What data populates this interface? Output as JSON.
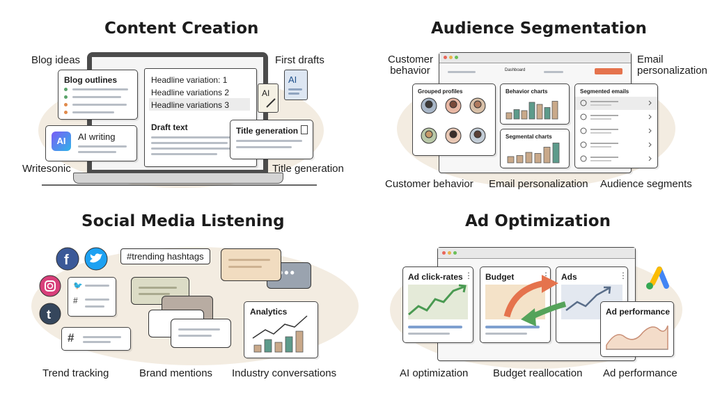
{
  "quadrants": {
    "content_creation": {
      "title": "Content Creation",
      "labels": {
        "blog_ideas": "Blog ideas",
        "first_drafts": "First drafts",
        "writesonic": "Writesonic",
        "title_generation": "Title generation"
      },
      "blog_outlines_title": "Blog outlines",
      "ai_writing_title": "AI writing",
      "ai_badge": "AI",
      "headlines": [
        "Headline variation: 1",
        "Headline variations 2",
        "Headline variations 3"
      ],
      "draft_text_title": "Draft text",
      "title_generation_card": "Title generation"
    },
    "audience_segmentation": {
      "title": "Audience Segmentation",
      "labels": {
        "customer_behavior_top": "Customer behavior",
        "email_personalization_top": "Email personalization",
        "customer_behavior_bottom": "Customer behavior",
        "email_personalization_bottom": "Email personalization",
        "audience_segments": "Audience segments"
      },
      "dashboard_tab": "Dashboard",
      "grouped_profiles_title": "Grouped profiles",
      "behavior_charts_title": "Behavior charts",
      "segmental_charts_title": "Segmental charts",
      "segmented_emails_title": "Segmented emails",
      "behavior_bars": [
        0.3,
        0.45,
        0.4,
        0.8,
        0.7,
        0.55,
        0.85
      ],
      "segmental_bars": [
        0.3,
        0.35,
        0.5,
        0.45,
        0.75,
        0.95
      ]
    },
    "social_media_listening": {
      "title": "Social Media Listening",
      "labels": {
        "trend_tracking": "Trend tracking",
        "brand_mentions": "Brand mentions",
        "industry_conversations": "Industry conversations"
      },
      "hashtag_chip": "#trending hashtags",
      "analytics_title": "Analytics",
      "analytics_bars": [
        0.25,
        0.45,
        0.35,
        0.55,
        0.75
      ]
    },
    "ad_optimization": {
      "title": "Ad Optimization",
      "labels": {
        "ai_optimization": "AI optimization",
        "budget_reallocation": "Budget reallocation",
        "ad_performance": "Ad performance"
      },
      "ad_click_rates_title": "Ad click-rates",
      "budget_title": "Budget",
      "ads_title": "Ads",
      "ad_performance_card": "Ad performance"
    }
  },
  "colors": {
    "blob": "#f3ece1",
    "accent_orange": "#e5734d",
    "accent_green": "#55a35a",
    "chart_bar": "#c9a98a",
    "chart_bar_teal": "#5d9b8b",
    "facebook": "#3b5998",
    "twitter": "#1da1f2",
    "tumblr": "#35465c"
  }
}
